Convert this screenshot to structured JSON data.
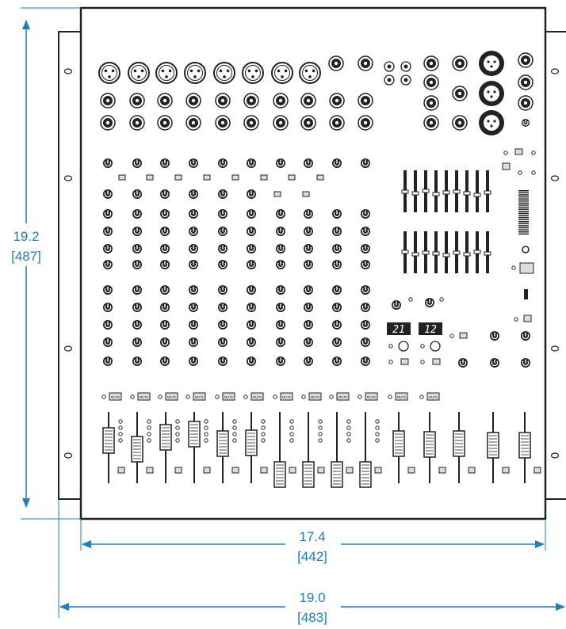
{
  "dimensions": {
    "height": {
      "value": "19.2",
      "metric": "[487]"
    },
    "inner_width": {
      "value": "17.4",
      "metric": "[442]"
    },
    "outer_width": {
      "value": "19.0",
      "metric": "[483]"
    }
  },
  "displays": {
    "left": "21",
    "right": "12"
  },
  "mute_label": "MUTE",
  "colors": {
    "dimension": "#1a7fc4",
    "outline": "#222222",
    "panel": "#ffffff",
    "display": "#222222"
  }
}
